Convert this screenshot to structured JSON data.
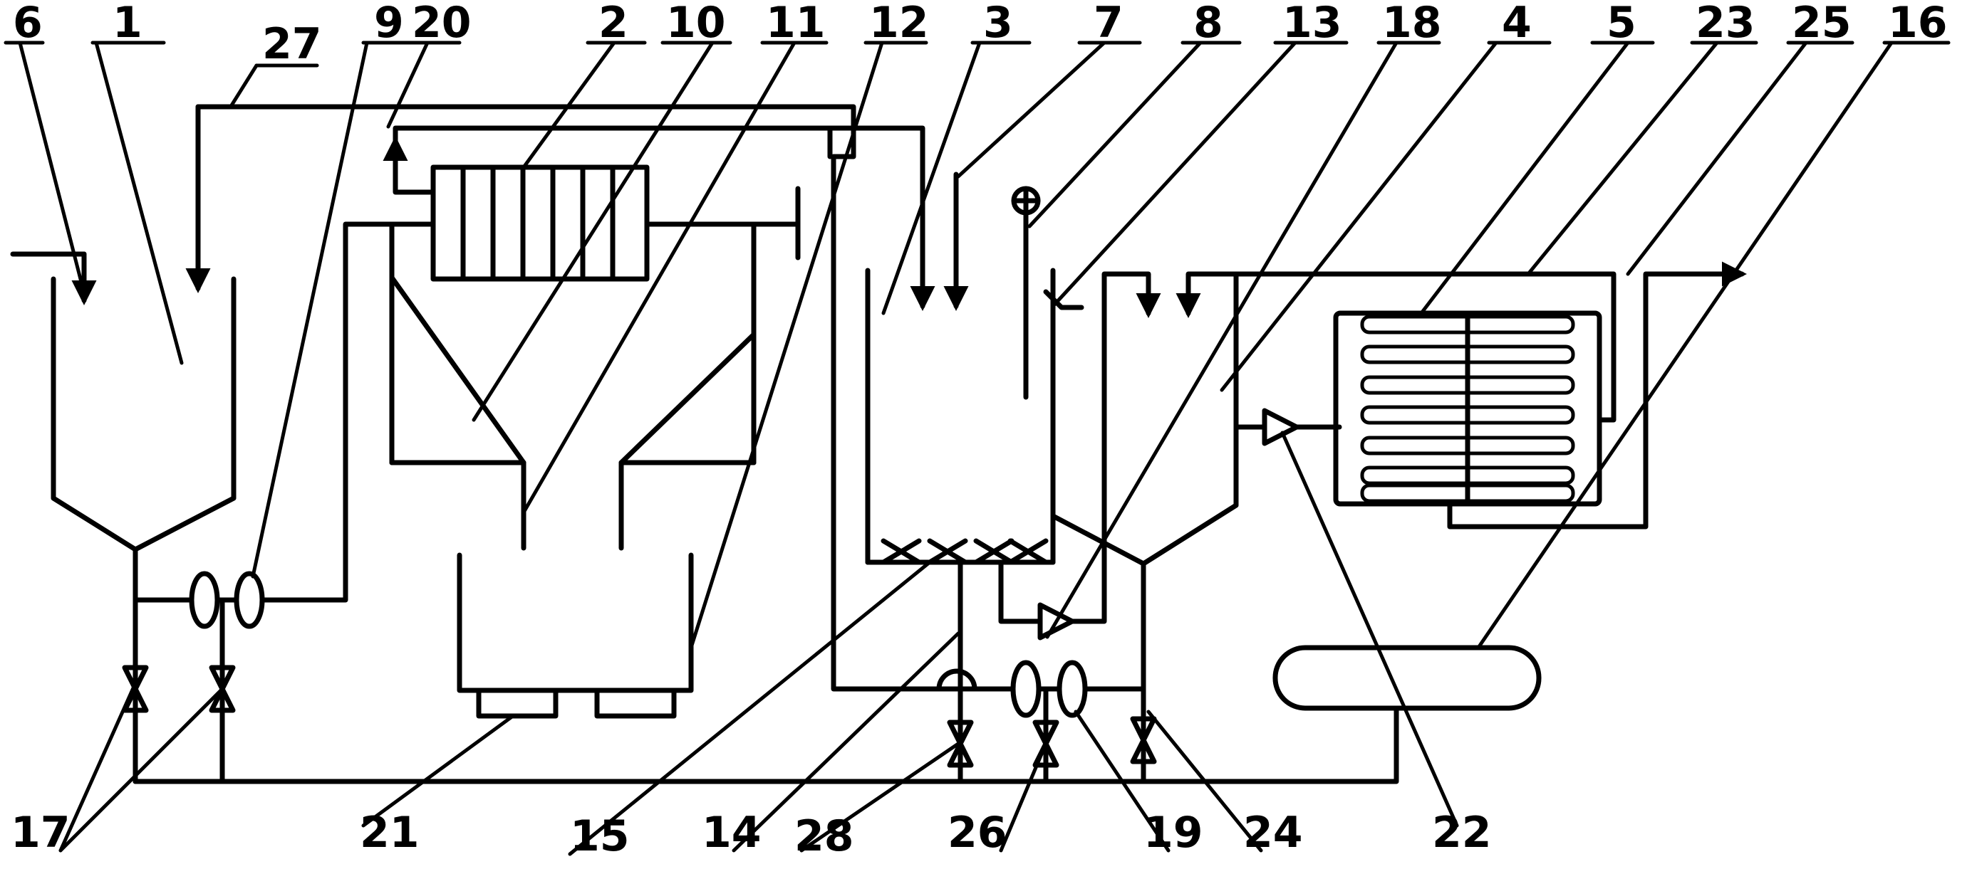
{
  "colors": {
    "stroke": "#000000",
    "background": "#ffffff"
  },
  "labels": {
    "l1": "1",
    "l2": "2",
    "l3": "3",
    "l4": "4",
    "l5": "5",
    "l6": "6",
    "l7": "7",
    "l8": "8",
    "l9": "9",
    "l10": "10",
    "l11": "11",
    "l12": "12",
    "l13": "13",
    "l14": "14",
    "l15": "15",
    "l16": "16",
    "l17": "17",
    "l18": "18",
    "l19": "19",
    "l20": "20",
    "l21": "21",
    "l22": "22",
    "l23": "23",
    "l24": "24",
    "l25": "25",
    "l26": "26",
    "l27": "27",
    "l28": "28"
  }
}
